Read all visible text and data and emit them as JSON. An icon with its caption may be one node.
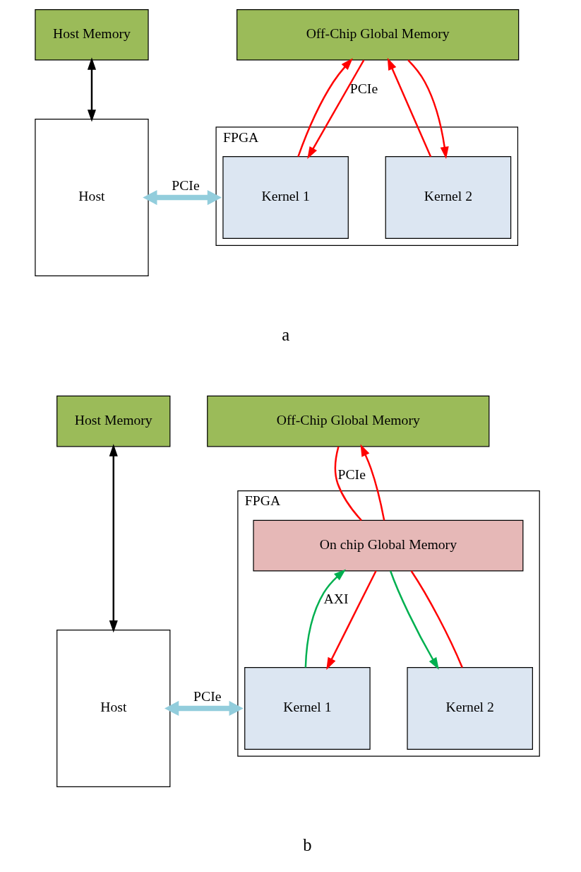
{
  "diagram": {
    "nodes": [
      {
        "text": [
          "Host Memory"
        ]
      },
      {
        "text": [
          "Off-Chip Global Memory"
        ]
      },
      {
        "text": [
          "Host"
        ]
      },
      {
        "text": [
          "FPGA"
        ]
      },
      {
        "text": [
          "Kernel 1"
        ],
        "in": 3
      },
      {
        "text": [
          "Kernel 2"
        ],
        "in": 3
      },
      {
        "text": [
          "Host Memory"
        ]
      },
      {
        "text": [
          "Off-Chip Global Memory"
        ]
      },
      {
        "text": [
          "Host"
        ]
      },
      {
        "text": [
          "FPGA"
        ]
      },
      {
        "text": [
          "On chip Global Memory"
        ],
        "in": 9
      },
      {
        "text": [
          "Kernel 1"
        ],
        "in": 9
      },
      {
        "text": [
          "Kernel 2"
        ],
        "in": 9
      }
    ],
    "edges": [
      {
        "from": 0,
        "to": 2,
        "arrow": "both",
        "color": "#000000"
      },
      {
        "from": 2,
        "to": 3,
        "arrow": "both",
        "label": "PCIe",
        "style": "thick",
        "color": "#92cddc"
      },
      {
        "from": 1,
        "to": 4,
        "arrow": "to",
        "label": "PCIe"
      },
      {
        "from": 4,
        "to": 1,
        "arrow": "to"
      },
      {
        "from": 1,
        "to": 5,
        "arrow": "to"
      },
      {
        "from": 5,
        "to": 1,
        "arrow": "to"
      },
      {
        "from": 6,
        "to": 8,
        "arrow": "both",
        "color": "#000000"
      },
      {
        "from": 8,
        "to": 9,
        "arrow": "both",
        "label": "PCIe",
        "style": "thick",
        "color": "#92cddc"
      },
      {
        "from": 7,
        "to": 10,
        "arrow": "none",
        "label": "PCIe"
      },
      {
        "from": 10,
        "to": 7,
        "arrow": "to"
      },
      {
        "from": 10,
        "to": 11,
        "arrow": "to"
      },
      {
        "from": 11,
        "to": 10,
        "arrow": "to",
        "label": "AXI",
        "color": "#00b050"
      },
      {
        "from": 10,
        "to": 12,
        "arrow": "to",
        "color": "#00b050"
      },
      {
        "from": 12,
        "to": 10,
        "arrow": "none"
      }
    ],
    "labels": [
      "a",
      "b"
    ]
  }
}
